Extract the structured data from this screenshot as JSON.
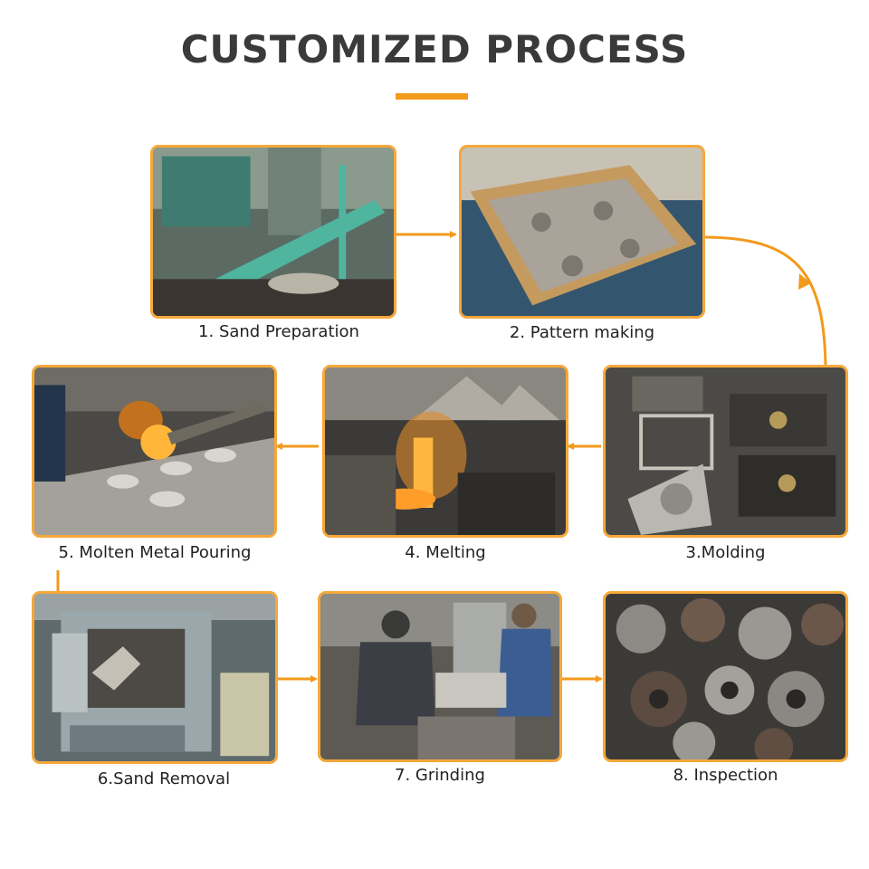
{
  "page": {
    "title": "CUSTOMIZED PROCESS",
    "accent_color": "#f29a1c",
    "frame_color": "#f6a83a"
  },
  "steps": [
    {
      "label": "1. Sand Preparation",
      "scene": "sand-preparation-machinery"
    },
    {
      "label": "2. Pattern making",
      "scene": "pattern-plate-in-wooden-flask"
    },
    {
      "label": "3.Molding",
      "scene": "sand-mold-blocks"
    },
    {
      "label": "4. Melting",
      "scene": "furnace-pouring-molten-metal"
    },
    {
      "label": "5. Molten Metal Pouring",
      "scene": "ladle-pouring-into-molds"
    },
    {
      "label": "6.Sand Removal",
      "scene": "shot-blasting-machine"
    },
    {
      "label": "7. Grinding",
      "scene": "workers-grinding-castings"
    },
    {
      "label": "8. Inspection",
      "scene": "pile-of-finished-castings"
    }
  ]
}
